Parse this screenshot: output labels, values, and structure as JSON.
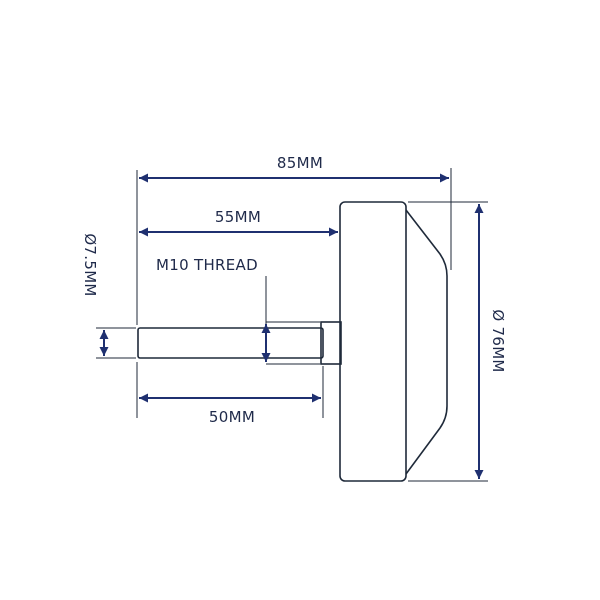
{
  "labels": {
    "overall_length": "85MM",
    "shaft_to_head": "55MM",
    "thread": "M10 THREAD",
    "thread_length": "50MM",
    "head_diameter": "Ø 76MM",
    "shaft_diameter": "Ø7.5MM"
  },
  "colors": {
    "dimension": "#1f3070",
    "outline": "#1f2a3a",
    "text": "#1f2a4a"
  }
}
